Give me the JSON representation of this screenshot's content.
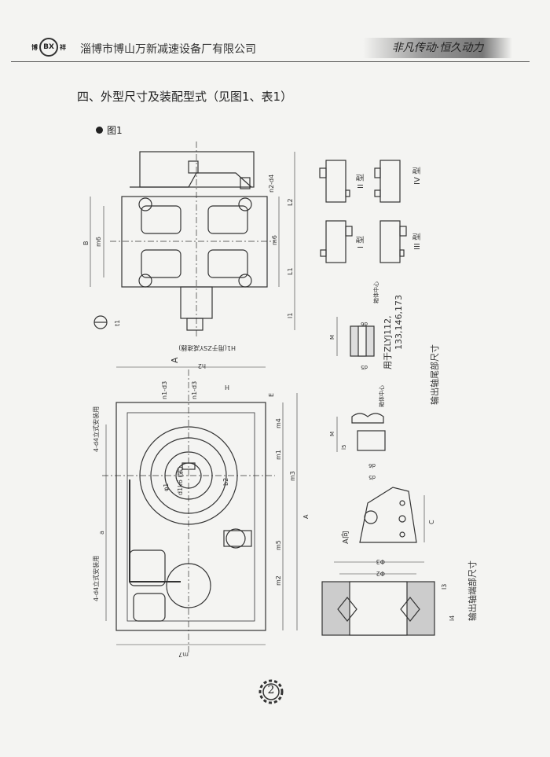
{
  "header": {
    "logo_left": "博",
    "logo_mark": "BX",
    "logo_right": "祥",
    "company": "淄博市博山万新减速设备厂有限公司",
    "slogan": "非凡传动·恒久动力"
  },
  "section_title": "四、外型尺寸及装配型式（见图1、表1）",
  "figure_label": "图1",
  "labels": {
    "L2": "L2",
    "n2d4": "n2-d4",
    "m6": "m6",
    "B": "B",
    "L1": "L1",
    "l1": "l1",
    "t1": "t1",
    "H1": "H1(用于ZSY减速器)",
    "Aview": "A",
    "h2": "h2",
    "H": "H",
    "E": "E",
    "n1d3": "n1-d3",
    "m4": "m4",
    "m1": "m1",
    "m3": "m3",
    "A": "A",
    "m5": "m5",
    "m2": "m2",
    "m7": "m7",
    "a": "a",
    "vert_mount_1": "4-d4立式安装用",
    "vert_mount_2": "4-d4立式安装用",
    "b2": "b2",
    "d1k6": "d1k6 (紫)",
    "phi1": "φ1",
    "type_II": "II 型",
    "type_IV": "IV 型",
    "type_I": "I 型",
    "type_III": "III 型",
    "box_center_1": "箱体中心",
    "box_center_2": "箱体中心",
    "M1": "M",
    "M2": "M",
    "d6a": "d6",
    "d5a": "d5",
    "d6b": "d6",
    "d5b": "d5",
    "l5": "l5",
    "for_zlyj": "用于ZLYJ112,",
    "for_zlyj_models": "133,146,173",
    "tail_dims": "输出轴尾部尺寸",
    "A_dir": "A向",
    "C": "C",
    "phi3": "Φ3",
    "phi2": "Φ2",
    "l3": "l3",
    "l4": "l4",
    "end_dims": "输出轴端部尺寸"
  },
  "page_number": "2"
}
